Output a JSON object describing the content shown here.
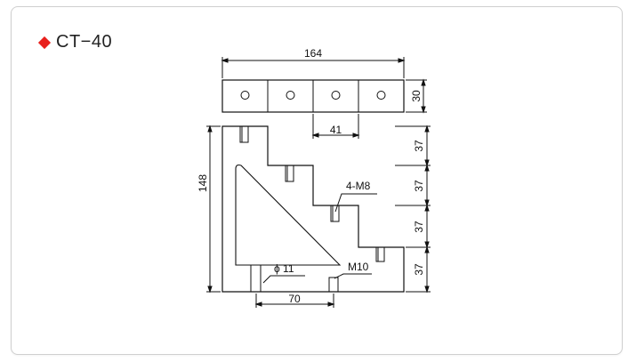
{
  "title": {
    "text": "CT−40",
    "marker_icon": "diamond-icon",
    "marker_color": "#e8201c"
  },
  "diagram": {
    "stroke_color": "#111111",
    "dims": {
      "top_width": "164",
      "top_height": "30",
      "hole_pitch": "41",
      "total_height": "148",
      "step_1": "37",
      "step_2": "37",
      "step_3": "37",
      "step_4": "37",
      "bottom_width": "70"
    },
    "callouts": {
      "tapped_holes": "4-M8",
      "bore": "ϕ 11",
      "bottom_thread": "M10"
    }
  }
}
